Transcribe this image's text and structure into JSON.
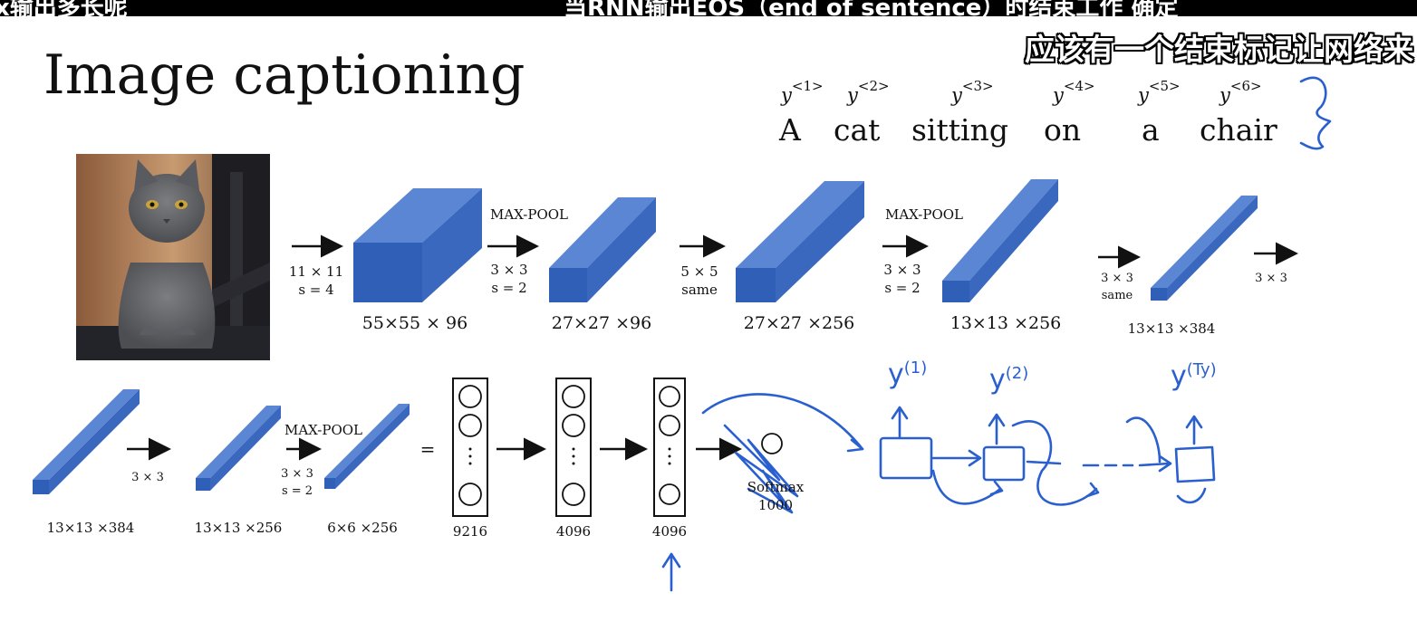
{
  "subtitles": {
    "line_left": "x输出多长呢",
    "line_top": "当RNN输出EOS（end of sentence）时结束工作 确定",
    "line_right": "应该有一个结束标记让网络来"
  },
  "slide": {
    "title": "Image captioning",
    "caption_words": [
      "A",
      "cat",
      "sitting",
      "on",
      "a",
      "chair"
    ],
    "y_labels": [
      {
        "base": "y",
        "sup": "<1>"
      },
      {
        "base": "y",
        "sup": "<2>"
      },
      {
        "base": "y",
        "sup": "<3>"
      },
      {
        "base": "y",
        "sup": "<4>"
      },
      {
        "base": "y",
        "sup": "<5>"
      },
      {
        "base": "y",
        "sup": "<6>"
      }
    ],
    "ops": {
      "conv1": [
        "11 × 11",
        "s = 4"
      ],
      "pool1_title": "MAX-POOL",
      "pool1": [
        "3 × 3",
        "s = 2"
      ],
      "conv2": [
        "5 × 5",
        "same"
      ],
      "pool2_title": "MAX-POOL",
      "pool2": [
        "3 × 3",
        "s = 2"
      ],
      "conv3": [
        "3 × 3",
        "same"
      ],
      "conv4": "3 × 3",
      "conv5": "3 × 3",
      "pool3_title": "MAX-POOL",
      "pool3": [
        "3 × 3",
        "s = 2"
      ]
    },
    "dims": {
      "d1": "55×55 × 96",
      "d2": "27×27 ×96",
      "d3": "27×27 ×256",
      "d4": "13×13 ×256",
      "d5": "13×13 ×384",
      "d6": "13×13 ×384",
      "d7": "13×13 ×256",
      "d8": "6×6 ×256"
    },
    "equals": "=",
    "vectors": [
      "9216",
      "4096",
      "4096"
    ],
    "softmax": [
      "Softmax",
      "1000"
    ],
    "handwritten_outputs": [
      {
        "base": "y",
        "sup": "(1)"
      },
      {
        "base": "y",
        "sup": "(2)"
      },
      {
        "base": "y",
        "sup": "(Ty)"
      }
    ]
  },
  "colors": {
    "block_front": "#2f5fb7",
    "block_top": "#5b86d4",
    "block_side": "#3a68be",
    "ink": "#2a5fcf"
  }
}
